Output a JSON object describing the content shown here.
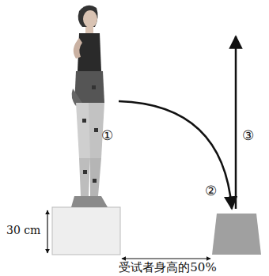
{
  "diagram": {
    "labels": [
      "①",
      "②",
      "③",
      "30 cm",
      "受试者身高的50%"
    ]
  }
}
